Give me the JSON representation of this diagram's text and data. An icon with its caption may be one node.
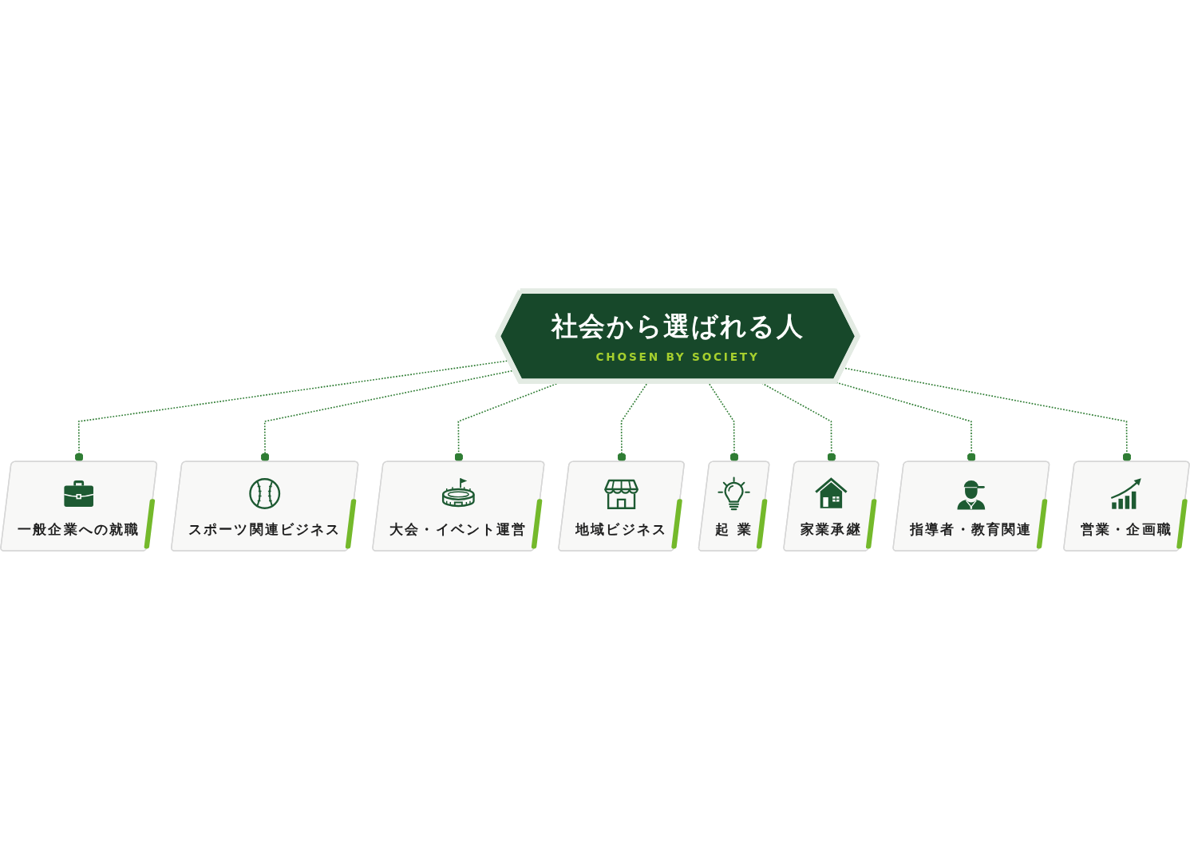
{
  "diagram": {
    "nodes": [
      {
        "text": [
          "社会から選ばれる人",
          "CHOSEN BY SOCIETY"
        ]
      },
      {
        "text": [
          "一般企業への就職"
        ]
      },
      {
        "text": [
          "スポーツ関連ビジネス"
        ]
      },
      {
        "text": [
          "大会・イベント運営"
        ]
      },
      {
        "text": [
          "地域ビジネス"
        ]
      },
      {
        "text": [
          "起 業"
        ]
      },
      {
        "text": [
          "家業承継"
        ]
      },
      {
        "text": [
          "指導者・教育関連"
        ]
      },
      {
        "text": [
          "営業・企画職"
        ]
      }
    ],
    "edges": [
      {
        "from": 0,
        "to": 1,
        "arrow": "other",
        "style": "dashed"
      },
      {
        "from": 0,
        "to": 2,
        "arrow": "other",
        "style": "dashed"
      },
      {
        "from": 0,
        "to": 3,
        "arrow": "other",
        "style": "dashed"
      },
      {
        "from": 0,
        "to": 4,
        "arrow": "other",
        "style": "dashed"
      },
      {
        "from": 0,
        "to": 5,
        "arrow": "other",
        "style": "dashed"
      },
      {
        "from": 0,
        "to": 6,
        "arrow": "other",
        "style": "dashed"
      },
      {
        "from": 0,
        "to": 7,
        "arrow": "other",
        "style": "dashed"
      },
      {
        "from": 0,
        "to": 8,
        "arrow": "other",
        "style": "dashed"
      }
    ]
  }
}
